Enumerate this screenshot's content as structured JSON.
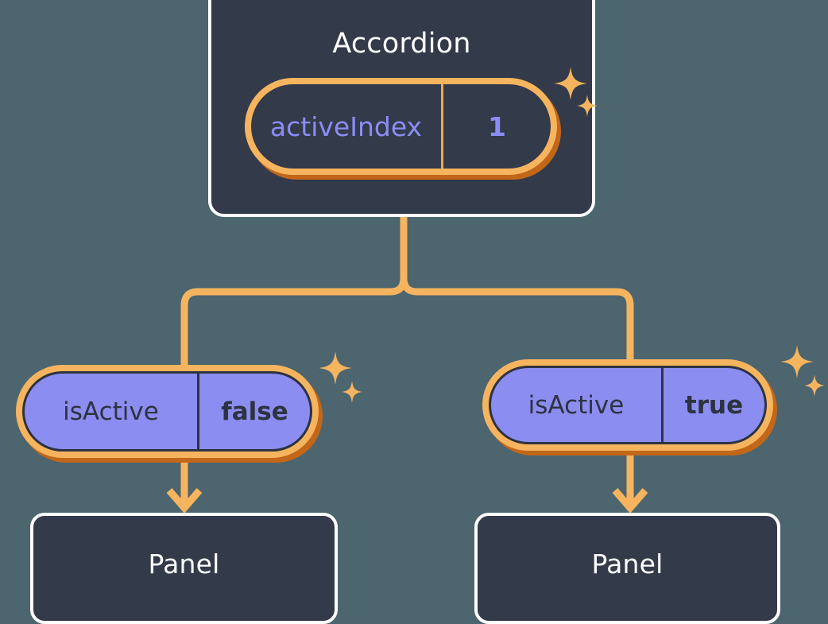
{
  "background_color": "#4c656e",
  "palette": {
    "card_fill": "#333a4a",
    "card_border": "#ffffff",
    "pill_ring": "#f7b45e",
    "pill_shadow": "#c2671a",
    "pill_purple_fill": "#8b8df0",
    "accent_text": "#8b8df5",
    "dark_text": "#2d3340",
    "connector": "#f7b45e",
    "divider_orange": "#f0a94a"
  },
  "diagram": {
    "type": "component-tree",
    "root": {
      "name": "accordion-card",
      "title": "Accordion",
      "state": {
        "key": "activeIndex",
        "value": "1",
        "sparkle": true
      }
    },
    "branches": [
      {
        "name": "branch-left",
        "prop": {
          "key": "isActive",
          "value": "false",
          "sparkle": true
        },
        "child": {
          "title": "Panel"
        }
      },
      {
        "name": "branch-right",
        "prop": {
          "key": "isActive",
          "value": "true",
          "sparkle": true
        },
        "child": {
          "title": "Panel"
        }
      }
    ]
  },
  "icons": {
    "sparkle_large": "sparkle-four-point-icon",
    "sparkle_small": "sparkle-four-point-small-icon",
    "arrow_down": "arrow-down-icon"
  }
}
